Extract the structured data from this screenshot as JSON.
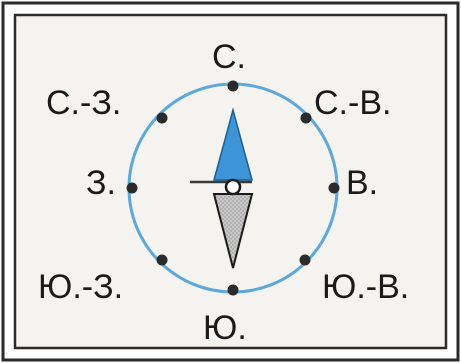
{
  "compass": {
    "directions": {
      "n": "С.",
      "ne": "С.-В.",
      "e": "В.",
      "se": "Ю.-В.",
      "s": "Ю.",
      "sw": "Ю.-З.",
      "w": "З.",
      "nw": "С.-З."
    },
    "colors": {
      "frame": "#2b2b2b",
      "inner_panel": "#f4f3ef",
      "ring": "#5ea7d9",
      "north_needle": "#3d94d6",
      "south_needle": "#c6c6c6",
      "dots": "#2b2b2b"
    }
  }
}
